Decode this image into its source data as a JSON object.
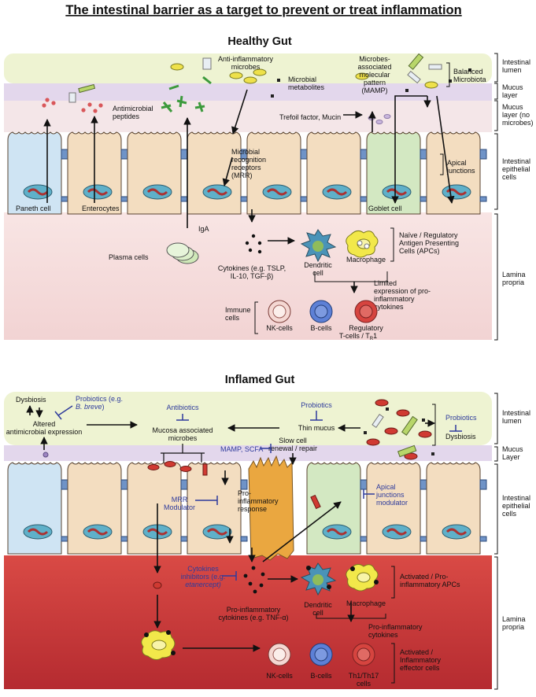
{
  "title": "The intestinal barrier as a target to prevent or treat inflammation",
  "healthy": {
    "heading": "Healthy Gut",
    "layers": {
      "lumen": [
        "Intestinal",
        "lumen"
      ],
      "mucus": [
        "Mucus",
        "layer"
      ],
      "mucus_nomicrobes": [
        "Mucus",
        "layer (no",
        "microbes)"
      ],
      "epithelial": [
        "Intestinal",
        "epithelial",
        "cells"
      ],
      "lamina": [
        "Lamina",
        "propria"
      ]
    },
    "labels": {
      "antimicrobial": [
        "Antimicrobial",
        "peptides"
      ],
      "anti_inflammatory": [
        "Anti-inflammatory",
        "microbes"
      ],
      "metabolites": [
        "Microbial",
        "metabolites"
      ],
      "mamp": [
        "Microbes-",
        "associated",
        "molecular",
        "pattern",
        "(MAMP)"
      ],
      "balanced": [
        "Balanced",
        "Microbiota"
      ],
      "trefoil": "Trefoil factor, Mucin",
      "apical": [
        "Apical",
        "junctions"
      ],
      "mrr": [
        "Microbial",
        "recognition",
        "receptors",
        "(MRR)"
      ],
      "paneth": "Paneth cell",
      "enterocytes": "Enterocytes",
      "goblet": "Goblet cell",
      "iga": "IgA",
      "plasma": "Plasma cells",
      "cytokines": [
        "Cytokines (e.g. TSLP,",
        "IL-10, TGF-β)"
      ],
      "dendritic": [
        "Dendritic",
        "cell"
      ],
      "macrophage": "Macrophage",
      "naive": [
        "Naïve / Regulatory",
        "Antigen Presenting",
        "Cells (APCs)"
      ],
      "limited": [
        "Limited",
        "expression of pro-",
        "inflammatory",
        "cytokines"
      ],
      "immune": [
        "Immune",
        "cells"
      ],
      "nk": "NK-cells",
      "bcells": "B-cells",
      "treg": [
        "Regulatory",
        "T-cells / T",
        "R",
        "1"
      ]
    }
  },
  "inflamed": {
    "heading": "Inflamed Gut",
    "layers": {
      "lumen": [
        "Intestinal",
        "lumen"
      ],
      "mucus": [
        "Mucus",
        "Layer"
      ],
      "epithelial": [
        "Intestinal",
        "epithelial",
        "cells"
      ],
      "lamina": [
        "Lamina",
        "propria"
      ]
    },
    "labels": {
      "dysbiosis": "Dysbiosis",
      "probiotics_breve_a": "Probiotics (e.g.",
      "probiotics_breve_b": "B. breve",
      "probiotics_breve_c": ")",
      "altered": [
        "Altered",
        "antimicrobial expression"
      ],
      "antibiotics": "Antibiotics",
      "mucosa": [
        "Mucosa associated",
        "microbes"
      ],
      "probiotics_mid": "Probiotics",
      "thin": "Thin mucus",
      "probiotics_right": "Probiotics",
      "dysbiosis_right": "Dysbiosis",
      "mamp_scfa": "MAMP, SCFA",
      "slow": [
        "Slow cell",
        "renewal / repair"
      ],
      "mrr_mod": [
        "MRR",
        "Modulator"
      ],
      "pro_resp": [
        "Pro-",
        "inflammatory",
        "response"
      ],
      "apical_mod": [
        "Apical",
        "junctions",
        "modulator"
      ],
      "cyto_inh": [
        "Cytokines",
        "inhibitors (e.g.",
        "etanercept)"
      ],
      "pro_cyto": [
        "Pro-inflammatory",
        "cytokines (e.g. TNF-α)"
      ],
      "dendritic": [
        "Dendritic",
        "cell"
      ],
      "macrophage": "Macrophage",
      "activated_apc": [
        "Activated / Pro-",
        "inflammatory APCs"
      ],
      "pro_cyto2": [
        "Pro-inflammatory",
        "cytokines"
      ],
      "nk": "NK-cells",
      "bcells": "B-cells",
      "th": [
        "Th1/Th17",
        "cells"
      ],
      "effector": [
        "Activated /",
        "Inflammatory",
        "effector cells"
      ]
    }
  },
  "colors": {
    "lumen_healthy": "#eef3d2",
    "mucus": "#e3d7ec",
    "lamina_healthy": "#f6dedd",
    "lamina_inflamed": "#c8393a",
    "enterocyte": "#f3ddc0",
    "paneth": "#cfe4f3",
    "goblet": "#d3e8c2",
    "nucleus": "#5fb0c9",
    "blue_text": "#2e3b9c"
  }
}
